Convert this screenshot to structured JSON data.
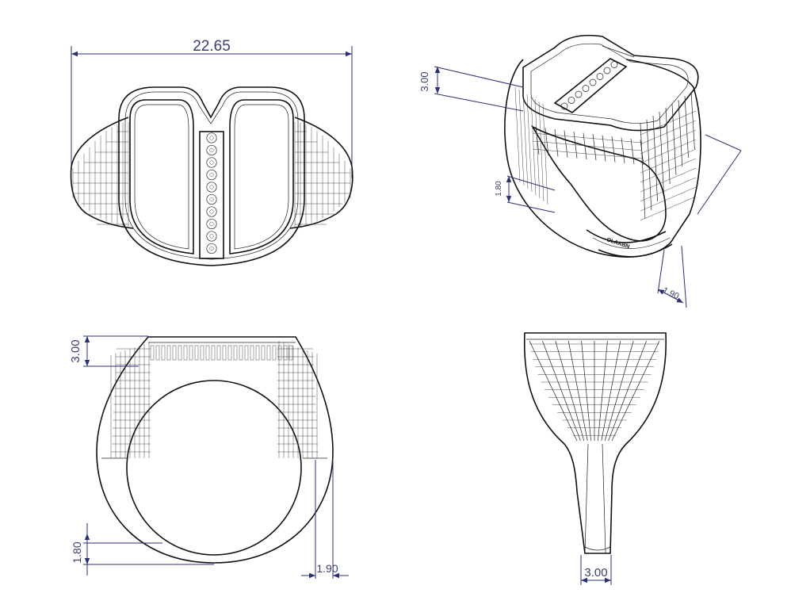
{
  "dimensions": {
    "top_width": "22.65",
    "iso_face_height": "3.00",
    "iso_shank_height": "1.80",
    "iso_shank_width": "1.90",
    "front_face_height": "3.00",
    "front_shank_height": "1.80",
    "front_shank_width": "1.90",
    "side_shank_width": "3.00"
  },
  "colors": {
    "line": "#111111",
    "dimension": "#2b3170",
    "background": "#ffffff"
  }
}
